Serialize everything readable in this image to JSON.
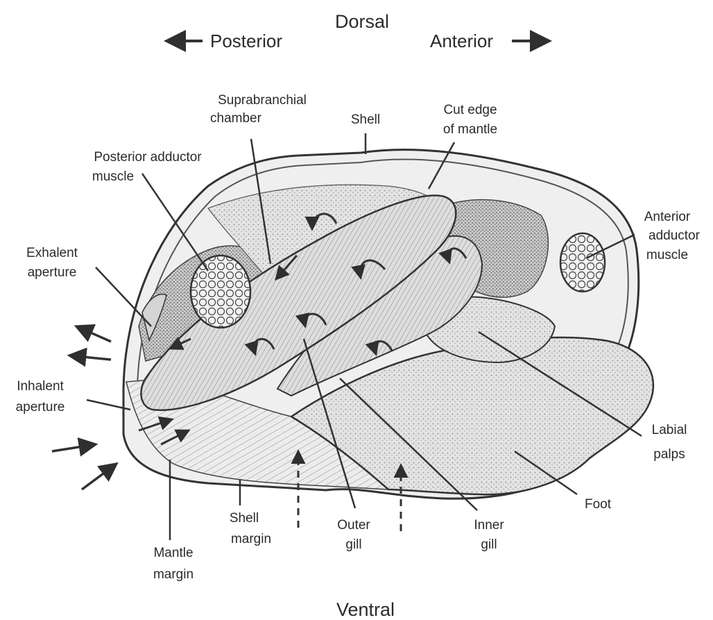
{
  "orientation": {
    "dorsal": "Dorsal",
    "ventral": "Ventral",
    "posterior": "Posterior",
    "anterior": "Anterior"
  },
  "labels": {
    "suprabranchial_chamber": [
      "Suprabranchial",
      "chamber"
    ],
    "shell": "Shell",
    "cut_edge_of_mantle": [
      "Cut edge",
      "of mantle"
    ],
    "posterior_adductor_muscle": [
      "Posterior adductor",
      "muscle"
    ],
    "anterior_adductor_muscle": [
      "Anterior",
      "adductor",
      "muscle"
    ],
    "exhalent_aperture": [
      "Exhalent",
      "aperture"
    ],
    "inhalent_aperture": [
      "Inhalent",
      "aperture"
    ],
    "labial_palps": [
      "Labial",
      "palps"
    ],
    "foot": "Foot",
    "outer_gill": [
      "Outer",
      "gill"
    ],
    "inner_gill": [
      "Inner",
      "gill"
    ],
    "shell_margin": [
      "Shell",
      "margin"
    ],
    "mantle_margin": [
      "Mantle",
      "margin"
    ]
  },
  "colors": {
    "ink": "#2b2b2b",
    "line": "#333333",
    "tissue_light": "#e6e6e6",
    "tissue_mid": "#cfcfcf",
    "tissue_dark": "#a9a9a9"
  }
}
